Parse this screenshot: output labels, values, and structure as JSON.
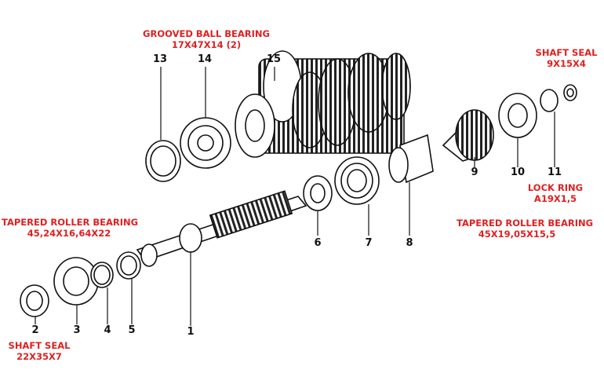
{
  "callouts": {
    "n1": "1",
    "n2": "2",
    "n3": "3",
    "n4": "4",
    "n5": "5",
    "n6": "6",
    "n7": "7",
    "n8": "8",
    "n9": "9",
    "n10": "10",
    "n11": "11",
    "n13": "13",
    "n14": "14",
    "n15": "15"
  },
  "labels": {
    "grooved_title": "GROOVED BALL BEARING",
    "grooved_spec": "17X47X14 (2)",
    "seal_top_title": "SHAFT SEAL",
    "seal_top_spec": "9X15X4",
    "lockring_title": "LOCK RING",
    "lockring_spec": "A19X1,5",
    "trb_right_title": "TAPERED ROLLER BEARING",
    "trb_right_spec": "45X19,05X15,5",
    "trb_left_title": "TAPERED ROLLER BEARING",
    "trb_left_spec": "45,24X16,64X22",
    "seal_bottom_title": "SHAFT SEAL",
    "seal_bottom_spec": "22X35X7"
  },
  "colors": {
    "label_red": "#e02020",
    "line": "#111111"
  }
}
